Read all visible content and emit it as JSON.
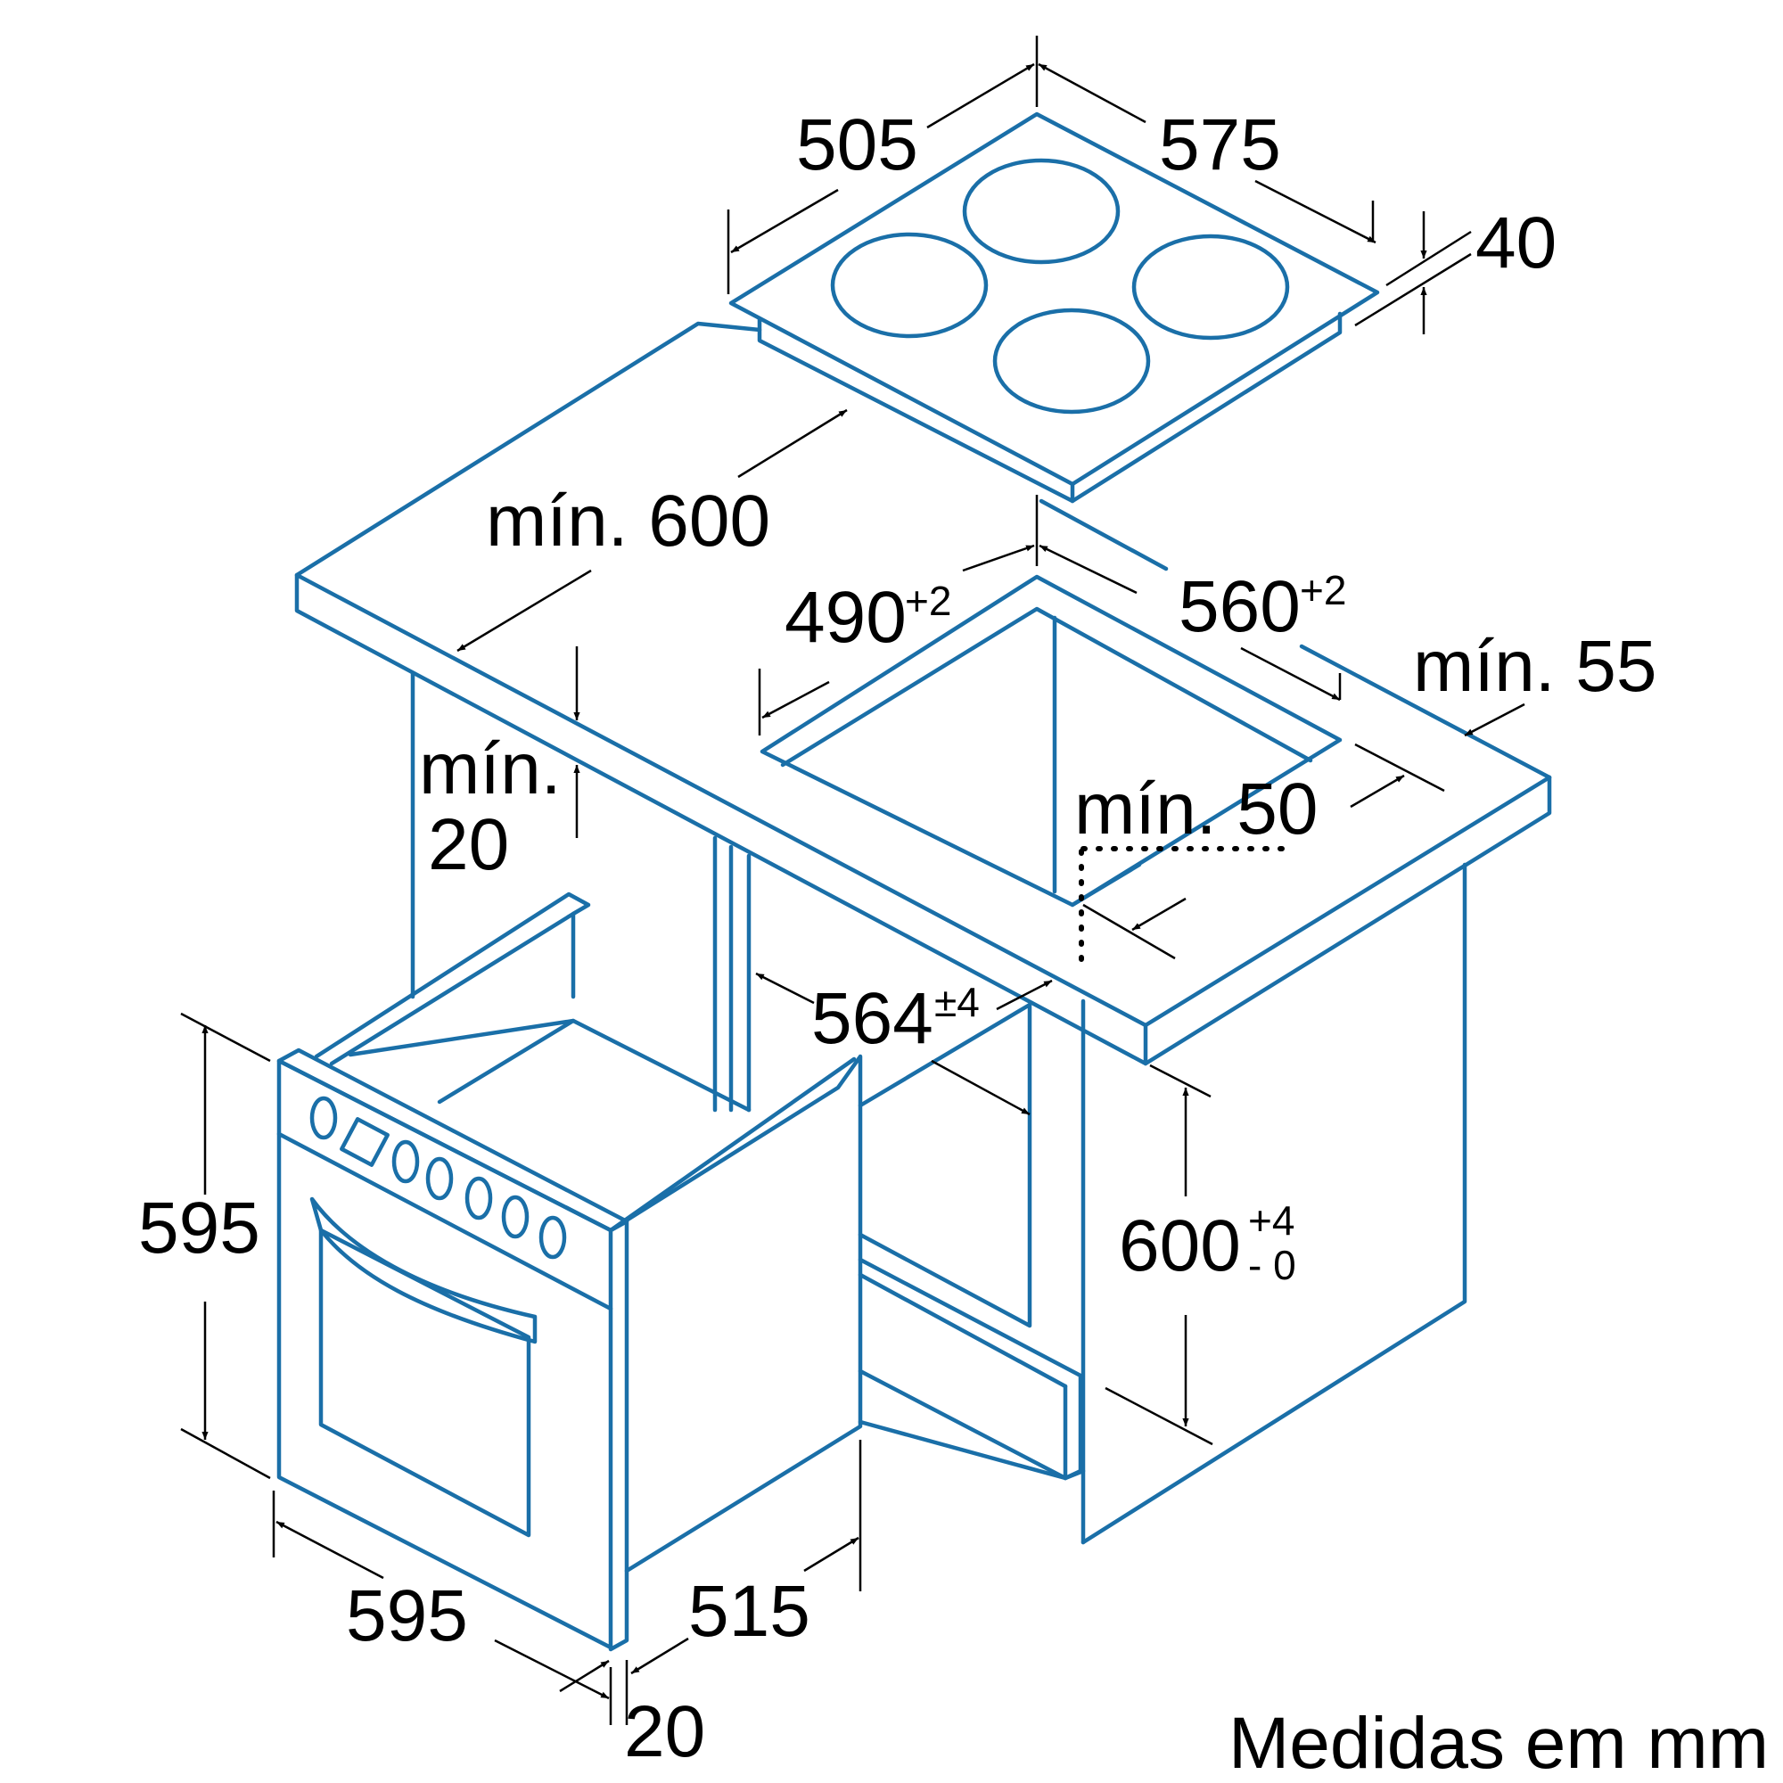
{
  "colors": {
    "outline": "#1a6fa8",
    "dimension": "#000000",
    "background": "#ffffff"
  },
  "labels": {
    "hob_depth": "505",
    "hob_width": "575",
    "hob_height": "40",
    "worktop_depth_min": "mín. 600",
    "cutout_depth": "490",
    "cutout_depth_tol": "+2",
    "cutout_width": "560",
    "cutout_width_tol": "+2",
    "rear_clearance_min": "mín. 55",
    "front_clearance_min": "mín. 50",
    "worktop_thickness_min_a": "mín.",
    "worktop_thickness_min_b": "20",
    "niche_width": "564",
    "niche_width_tol": "±4",
    "niche_height": "600",
    "niche_height_tol_plus": "+4",
    "niche_height_tol_minus": "- 0",
    "oven_height": "595",
    "oven_width": "595",
    "oven_depth": "515",
    "oven_front_depth": "20",
    "units_note": "Medidas em mm"
  }
}
